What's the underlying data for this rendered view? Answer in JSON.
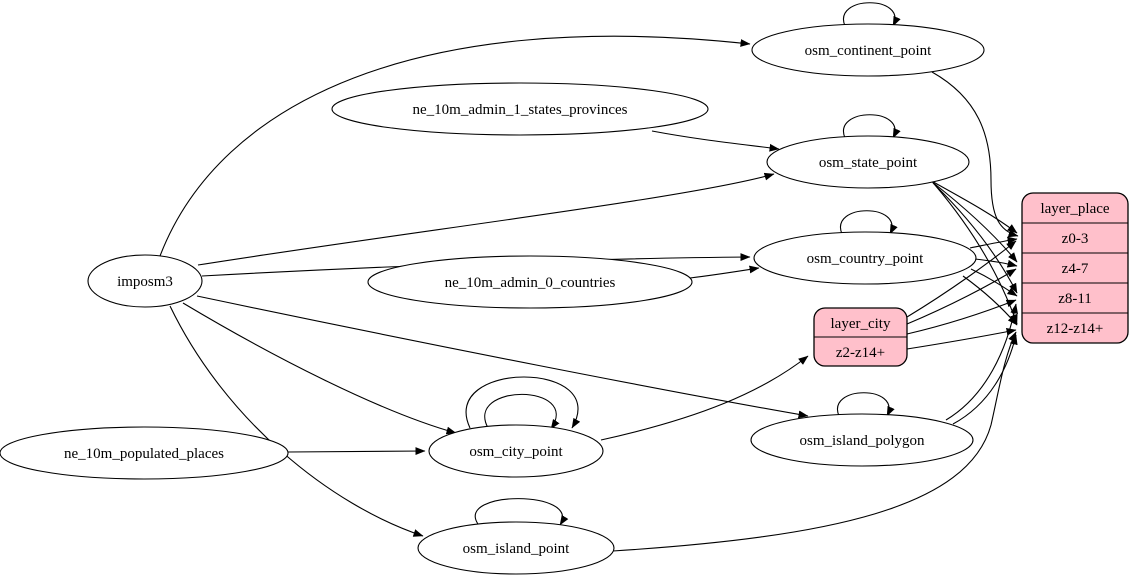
{
  "diagram": {
    "type": "graphviz-etl-graph",
    "colors": {
      "background": "#ffffff",
      "ellipse_fill": "#ffffff",
      "record_fill": "#ffc0cb",
      "stroke": "#000000"
    },
    "nodes": {
      "imposm3": {
        "label": "imposm3",
        "shape": "ellipse"
      },
      "ne_10m_admin_1_states_provinces": {
        "label": "ne_10m_admin_1_states_provinces",
        "shape": "ellipse"
      },
      "ne_10m_admin_0_countries": {
        "label": "ne_10m_admin_0_countries",
        "shape": "ellipse"
      },
      "ne_10m_populated_places": {
        "label": "ne_10m_populated_places",
        "shape": "ellipse"
      },
      "osm_continent_point": {
        "label": "osm_continent_point",
        "shape": "ellipse"
      },
      "osm_state_point": {
        "label": "osm_state_point",
        "shape": "ellipse"
      },
      "osm_country_point": {
        "label": "osm_country_point",
        "shape": "ellipse"
      },
      "osm_city_point": {
        "label": "osm_city_point",
        "shape": "ellipse"
      },
      "osm_island_polygon": {
        "label": "osm_island_polygon",
        "shape": "ellipse"
      },
      "osm_island_point": {
        "label": "osm_island_point",
        "shape": "ellipse"
      },
      "layer_city": {
        "label": "layer_city",
        "shape": "record",
        "rows": [
          "z2-z14+"
        ]
      },
      "layer_place": {
        "label": "layer_place",
        "shape": "record",
        "rows": [
          "z0-3",
          "z4-7",
          "z8-11",
          "z12-z14+"
        ]
      }
    },
    "edges": [
      {
        "from": "imposm3",
        "to": "osm_continent_point"
      },
      {
        "from": "imposm3",
        "to": "osm_state_point"
      },
      {
        "from": "imposm3",
        "to": "osm_country_point"
      },
      {
        "from": "imposm3",
        "to": "osm_city_point"
      },
      {
        "from": "imposm3",
        "to": "osm_island_polygon"
      },
      {
        "from": "imposm3",
        "to": "osm_island_point"
      },
      {
        "from": "ne_10m_admin_1_states_provinces",
        "to": "osm_state_point"
      },
      {
        "from": "ne_10m_admin_0_countries",
        "to": "osm_country_point"
      },
      {
        "from": "ne_10m_populated_places",
        "to": "osm_city_point"
      },
      {
        "from": "osm_continent_point",
        "to": "osm_continent_point",
        "self_loop": true
      },
      {
        "from": "osm_state_point",
        "to": "osm_state_point",
        "self_loop": true
      },
      {
        "from": "osm_country_point",
        "to": "osm_country_point",
        "self_loop": true
      },
      {
        "from": "osm_city_point",
        "to": "osm_city_point",
        "self_loop": true
      },
      {
        "from": "osm_city_point",
        "to": "osm_city_point",
        "self_loop": true
      },
      {
        "from": "osm_island_polygon",
        "to": "osm_island_polygon",
        "self_loop": true
      },
      {
        "from": "osm_island_point",
        "to": "osm_island_point",
        "self_loop": true
      },
      {
        "from": "osm_continent_point",
        "to": "layer_place:z0-3"
      },
      {
        "from": "osm_state_point",
        "to": "layer_place:z0-3"
      },
      {
        "from": "osm_state_point",
        "to": "layer_place:z4-7"
      },
      {
        "from": "osm_state_point",
        "to": "layer_place:z8-11"
      },
      {
        "from": "osm_state_point",
        "to": "layer_place:z12-z14+"
      },
      {
        "from": "osm_country_point",
        "to": "layer_place:z0-3"
      },
      {
        "from": "osm_country_point",
        "to": "layer_place:z4-7"
      },
      {
        "from": "osm_country_point",
        "to": "layer_place:z8-11"
      },
      {
        "from": "osm_country_point",
        "to": "layer_place:z12-z14+"
      },
      {
        "from": "osm_city_point",
        "to": "layer_city:z2-z14+"
      },
      {
        "from": "layer_city:z2-z14+",
        "to": "layer_place:z0-3"
      },
      {
        "from": "layer_city:z2-z14+",
        "to": "layer_place:z4-7"
      },
      {
        "from": "layer_city:z2-z14+",
        "to": "layer_place:z8-11"
      },
      {
        "from": "layer_city:z2-z14+",
        "to": "layer_place:z12-z14+"
      },
      {
        "from": "osm_island_polygon",
        "to": "layer_place:z8-11"
      },
      {
        "from": "osm_island_polygon",
        "to": "layer_place:z12-z14+"
      },
      {
        "from": "osm_island_point",
        "to": "layer_place:z12-z14+"
      }
    ]
  }
}
